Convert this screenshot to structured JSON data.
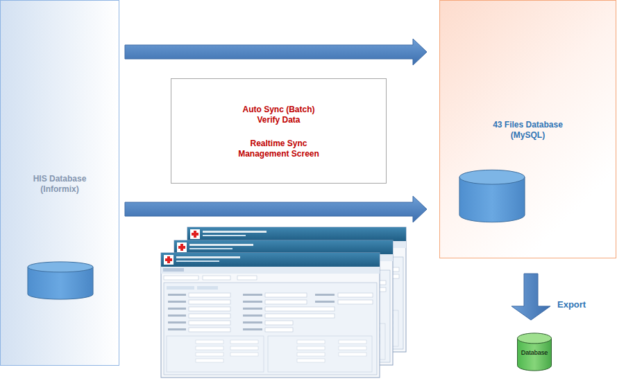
{
  "diagram": {
    "nodes": [
      {
        "text": [
          "HIS Database (Informix)"
        ]
      },
      {
        "text": [
          "Auto Sync (Batch) Verify Data",
          "Realtime Sync Management Screen"
        ]
      },
      {
        "text": [
          "43 Files Database (MySQL)"
        ]
      },
      {
        "text": [
          "Database"
        ]
      }
    ],
    "edges": [
      {
        "from": 0,
        "to": 2,
        "arrow": "to"
      },
      {
        "from": 0,
        "to": 2,
        "arrow": "to"
      },
      {
        "from": 2,
        "to": 3,
        "label": "Export",
        "arrow": "to"
      }
    ]
  }
}
